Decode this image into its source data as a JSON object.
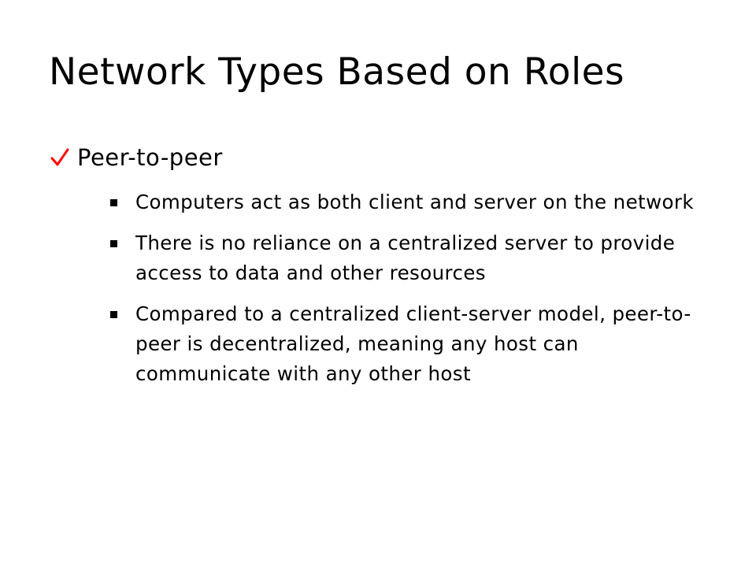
{
  "slide": {
    "title": "Network Types Based on Roles",
    "accent_color": "#ff0000",
    "bullets": [
      {
        "icon": "checkmark-icon",
        "text": "Peer-to-peer",
        "subitems": [
          "Computers act as both client and server on the network",
          "There is no reliance on a centralized server to provide access to data and other resources",
          "Compared to a centralized client-server model, peer-to-peer is decentralized, meaning any host can communicate with any other host"
        ]
      }
    ]
  }
}
